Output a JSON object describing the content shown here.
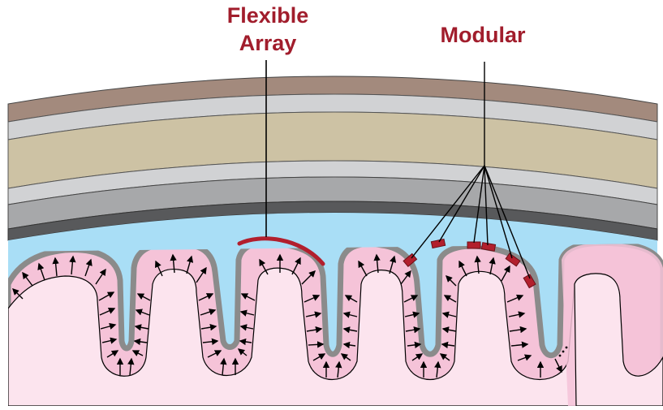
{
  "labels": {
    "flexible_line1": "Flexible",
    "flexible_line2": "Array",
    "modular": "Modular"
  },
  "colors": {
    "skull": "#a38a7d",
    "bone_light": "#d1d2d4",
    "bone_tan": "#cdc2a4",
    "dura": "#a7a8aa",
    "arachnoid": "#58595b",
    "csf": "#a9def6",
    "cortex": "#f5c3d8",
    "white_matter": "#fce4ee",
    "pia": "#8b8b8b",
    "electrode": "#b21f2d",
    "label": "#a11d2c"
  }
}
